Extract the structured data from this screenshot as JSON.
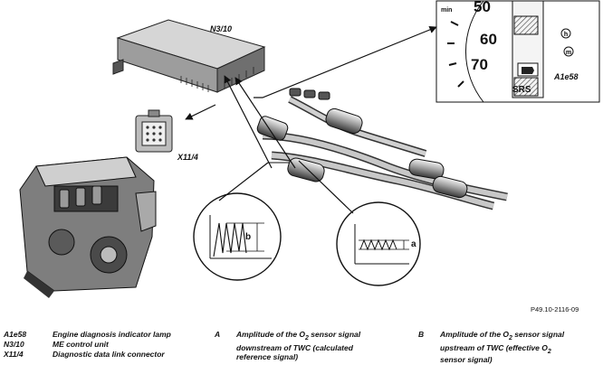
{
  "labels": {
    "ecu": "N3/10",
    "dlc": "X11/4",
    "lamp": "A1e58",
    "srs": "SRS",
    "speed_50": "50",
    "speed_60": "60",
    "speed_70": "70",
    "gauge_min": "min",
    "wave_b": "b",
    "wave_a": "a",
    "figure_ref": "P49.10-2116-09"
  },
  "legend": {
    "codes": [
      {
        "code": "A1e58",
        "desc": "Engine diagnosis indicator lamp"
      },
      {
        "code": "N3/10",
        "desc": "ME control unit"
      },
      {
        "code": "X11/4",
        "desc": "Diagnostic data link connector"
      }
    ],
    "A": {
      "key": "A",
      "line1_pre": "Amplitude of the O",
      "sub": "2",
      "line1_post": " sensor signal",
      "line2": "downstream of TWC (calculated",
      "line3": "reference signal)"
    },
    "B": {
      "key": "B",
      "line1_pre": "Amplitude of the O",
      "sub": "2",
      "line1_post": " sensor signal",
      "line2_pre": "upstream of TWC (effective O",
      "sub2": "2",
      "line3": "sensor signal)"
    }
  }
}
